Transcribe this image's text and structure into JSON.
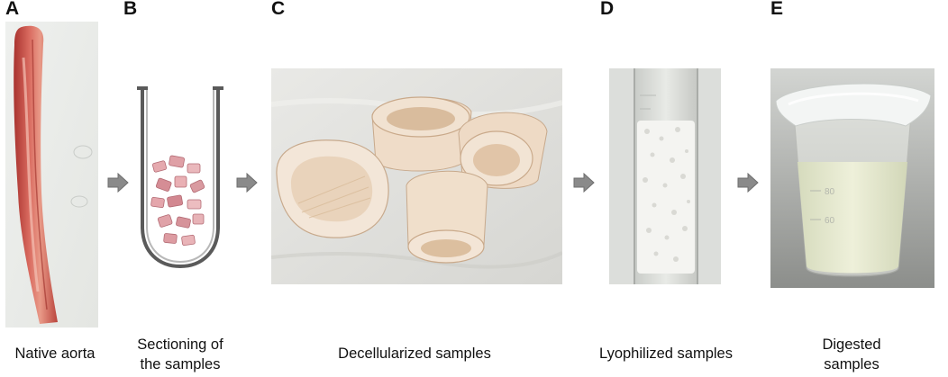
{
  "panels": [
    {
      "letter": "A",
      "caption": "Native aorta"
    },
    {
      "letter": "B",
      "caption_line1": "Sectioning of",
      "caption_line2": "the samples"
    },
    {
      "letter": "C",
      "caption": "Decellularized samples"
    },
    {
      "letter": "D",
      "caption": "Lyophilized samples"
    },
    {
      "letter": "E",
      "caption_line1": "Digested",
      "caption_line2": "samples"
    }
  ],
  "colors": {
    "arrow": "#8a8a8a",
    "tissue_native": "#c0504d",
    "tissue_decellularized": "#efd6bf",
    "powder": "#f2f2f0",
    "digest_liquid": "#e7ead2"
  },
  "icons": [
    "right-arrow-icon"
  ]
}
